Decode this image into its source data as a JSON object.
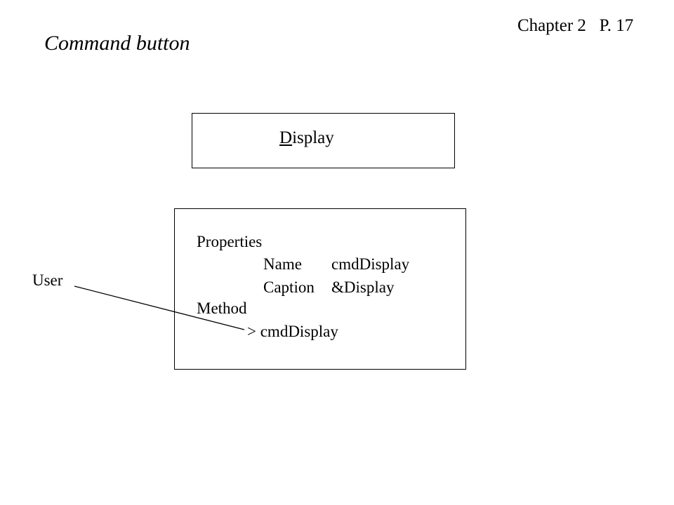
{
  "header": {
    "page_reference": "Chapter 2   P. 17",
    "title": "Command button"
  },
  "button_preview": {
    "mnemonic": "D",
    "rest": "isplay"
  },
  "object_box": {
    "properties_heading": "Properties",
    "name_key": "Name",
    "name_value": "cmdDisplay",
    "caption_key": "Caption",
    "caption_value": "&Display",
    "method_heading": "Method",
    "method_target": "> cmdDisplay"
  },
  "user_label": "User",
  "colors": {
    "stroke": "#000000",
    "background": "#ffffff"
  }
}
